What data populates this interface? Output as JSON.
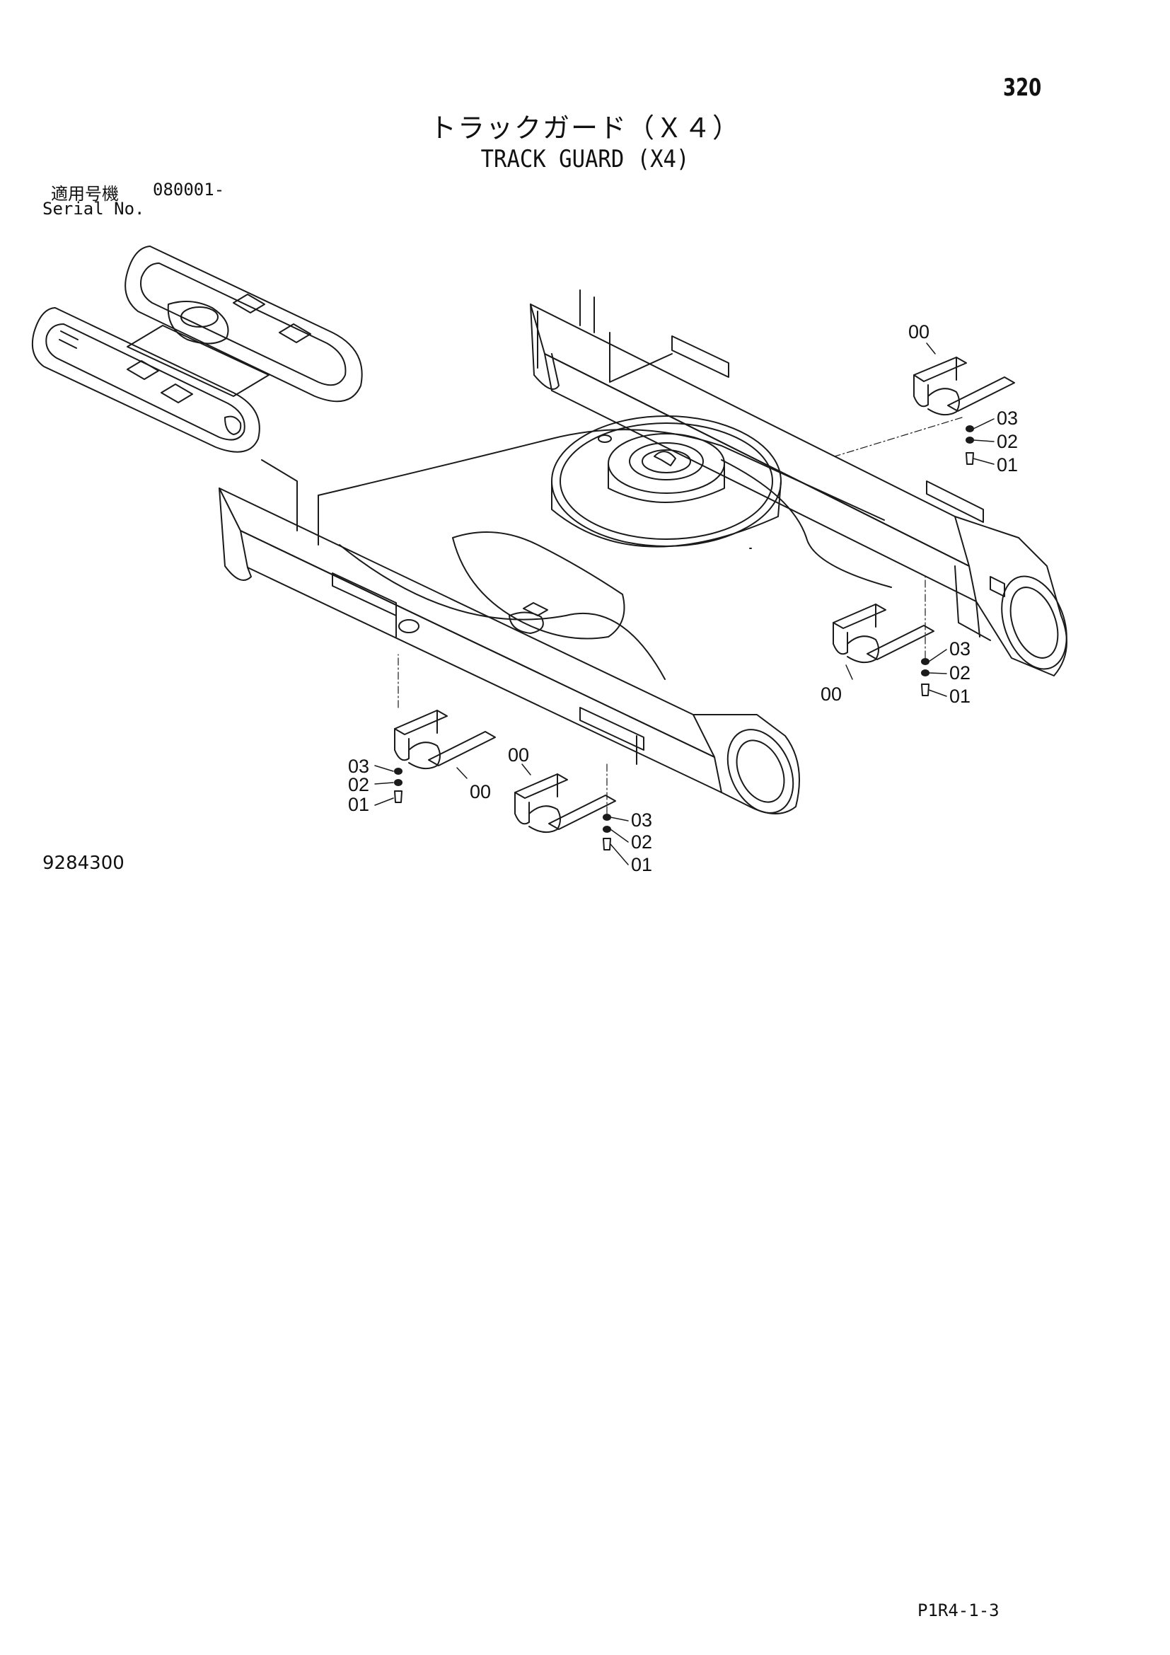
{
  "header": {
    "page_number": "320",
    "title_jp": "トラックガード（Ｘ４）",
    "title_en": "TRACK GUARD (X4)"
  },
  "serial": {
    "label_jp": "適用号機",
    "value": "080001-",
    "label_en": "Serial No."
  },
  "callouts": {
    "assembly": "00",
    "bolt": "01",
    "washer": "02",
    "nut": "03"
  },
  "footer": {
    "drawing_id": "9284300",
    "sheet_code": "P1R4-1-3"
  }
}
